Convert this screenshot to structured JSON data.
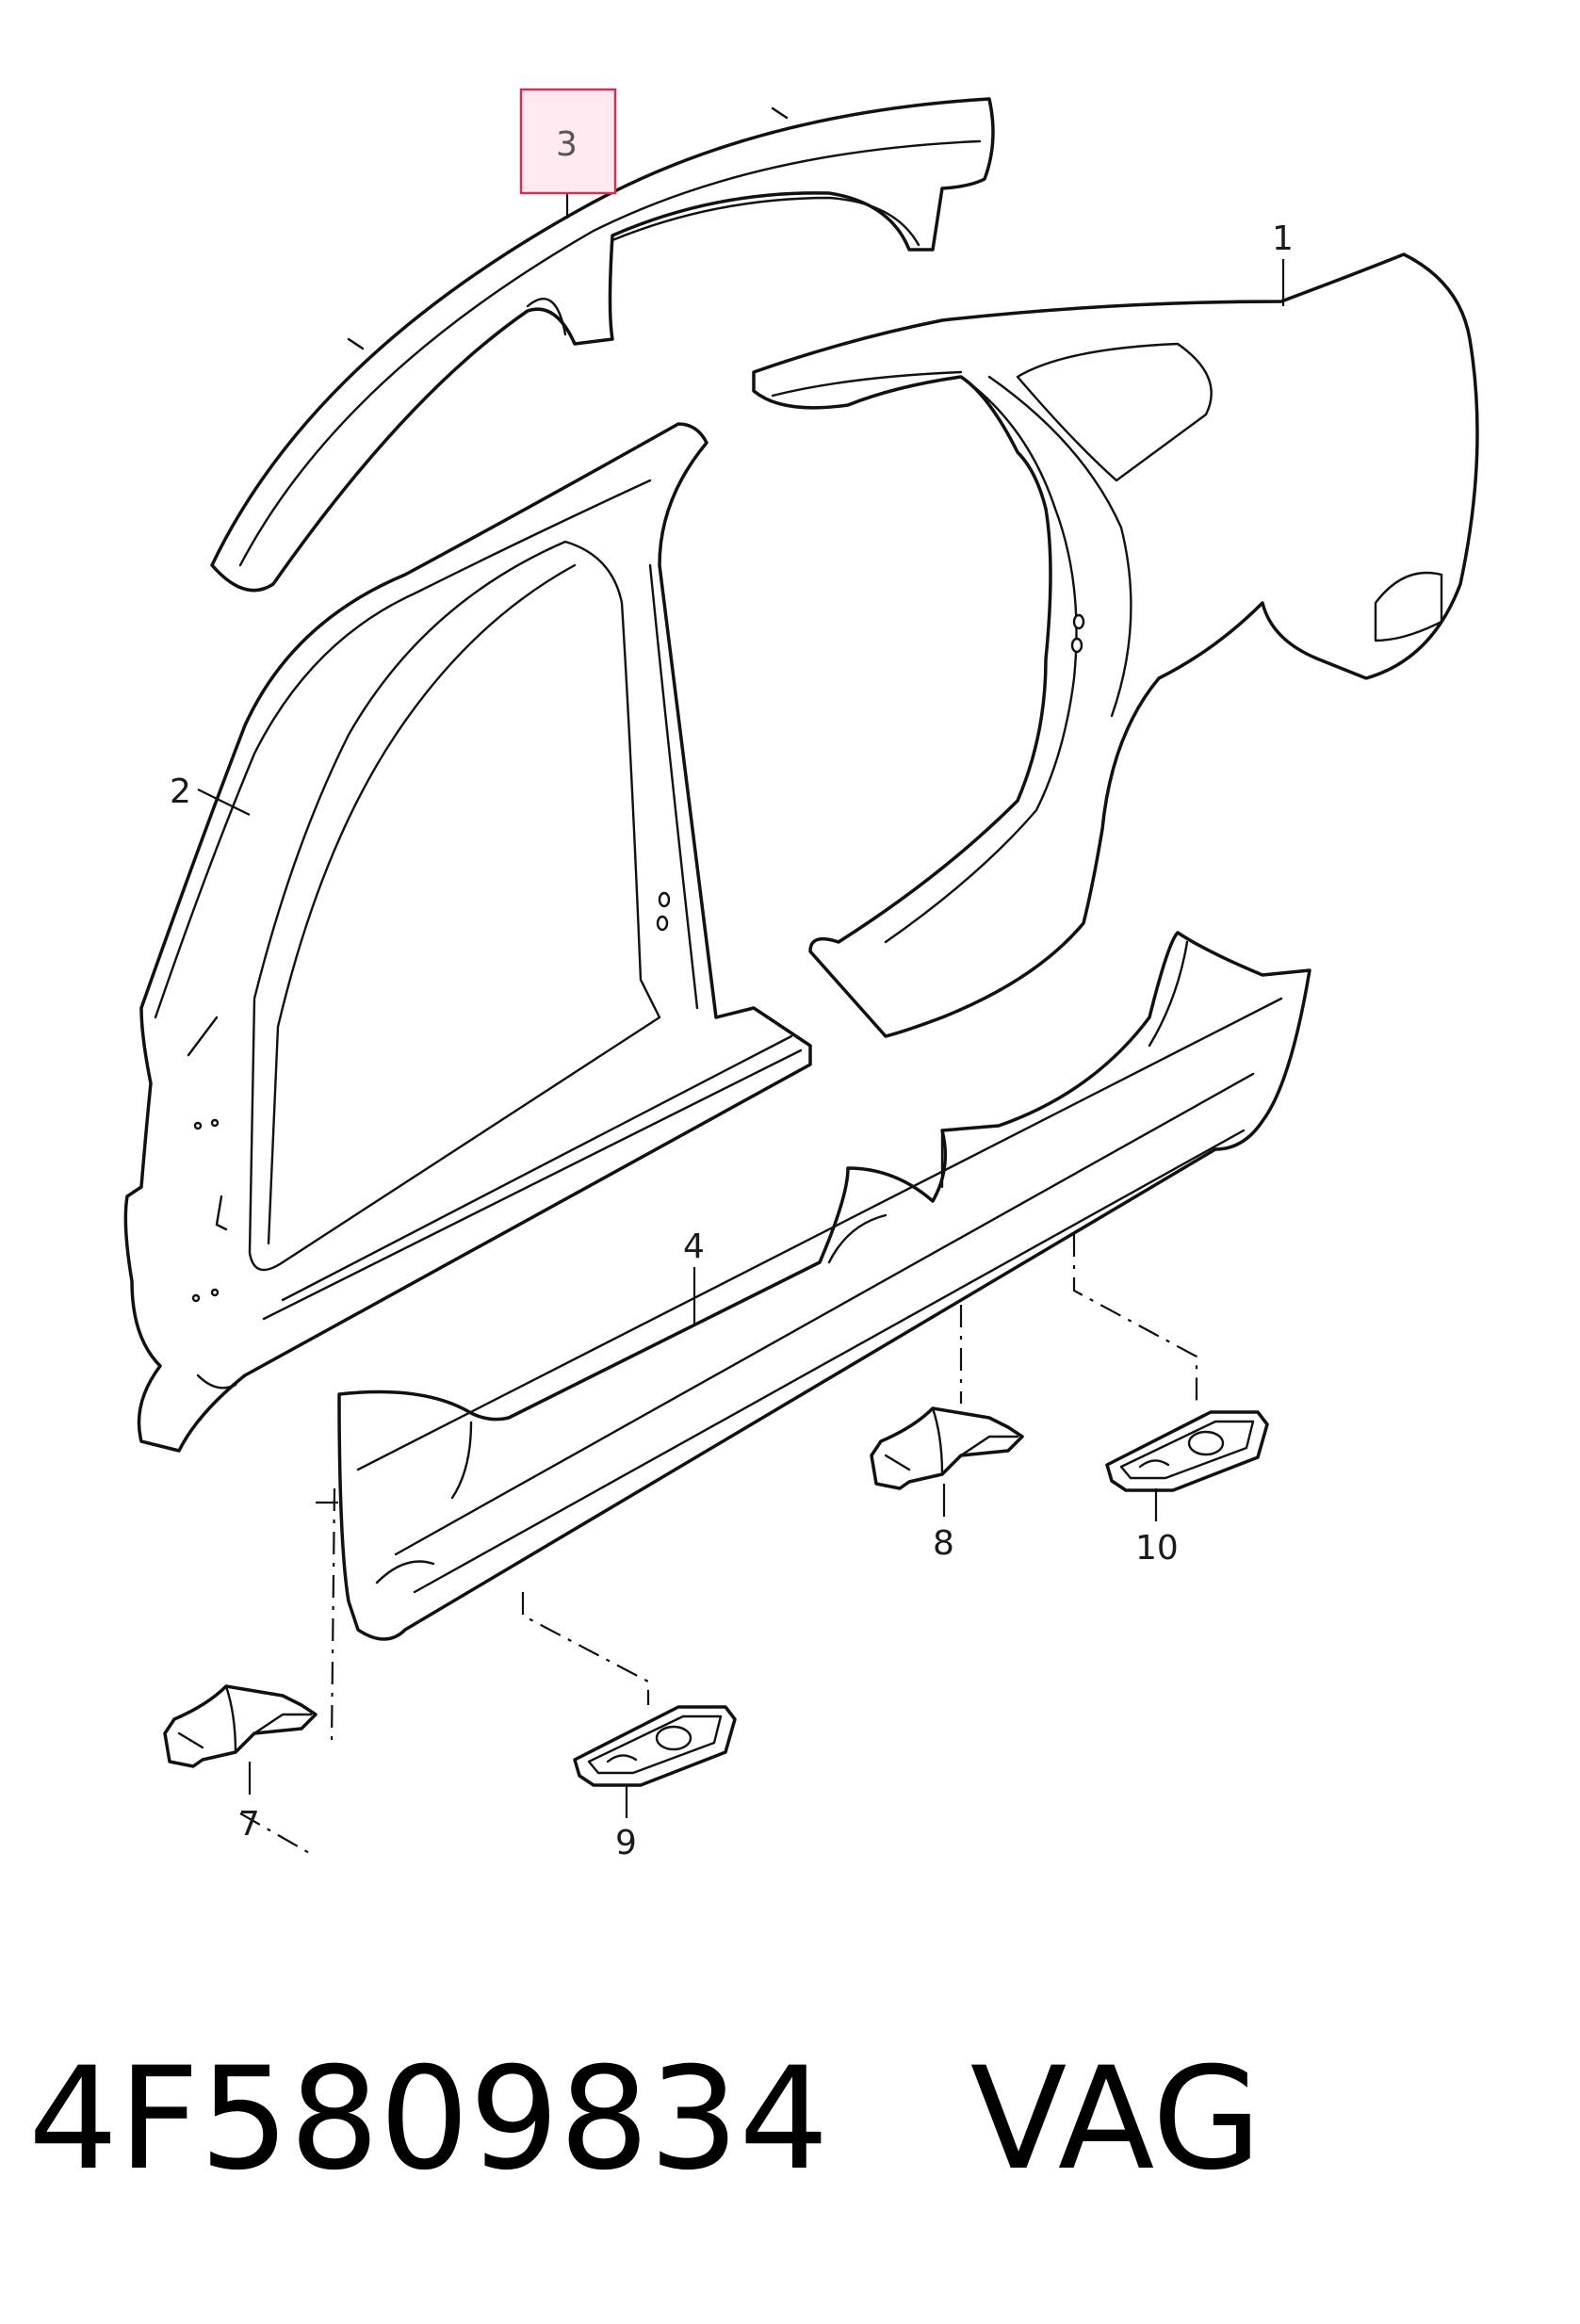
{
  "diagram": {
    "callouts": {
      "c1": "1",
      "c2": "2",
      "c3": "3",
      "c4": "4",
      "c7": "7",
      "c8": "8",
      "c9": "9",
      "c10": "10"
    },
    "highlighted_callout": "3",
    "highlight_color": "#fde9ef"
  },
  "footer": {
    "part_number": "4F5809834",
    "brand": "VAG"
  }
}
